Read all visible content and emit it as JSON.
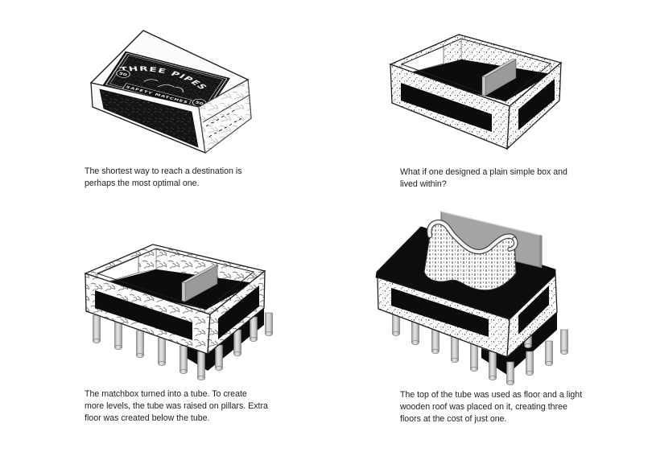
{
  "page": {
    "background": "#ffffff"
  },
  "figures": [
    {
      "name": "matchbox",
      "caption": "The shortest way to reach a destination is\nperhaps the most optimal one.",
      "label_brand": "THREE PIPES",
      "label_type": "SAFETY MATCHES",
      "label_count_left": "50",
      "label_count_right": "50"
    },
    {
      "name": "plain-box",
      "caption": "What if one designed a plain simple box and\nlived within?"
    },
    {
      "name": "box-on-pillars",
      "caption": "The matchbox turned into a tube. To create\nmore levels, the tube was raised on pillars. Extra\nfloor was created below the tube."
    },
    {
      "name": "box-with-wooden-roof",
      "caption": "The top of the tube was used as floor and a light\nwooden roof was placed on it, creating three\nfloors at the cost of just one."
    }
  ],
  "colors": {
    "ink": "#1f1f1f",
    "floor_black": "#0c0c0c",
    "partition_gray": "#9a9a9a",
    "partition_edge": "#c9c9c9",
    "panel_gray": "#a4a4a4",
    "pillar_light": "#e3e3e3",
    "pillar_dark": "#969696",
    "rim_white": "#f4f4f4"
  }
}
